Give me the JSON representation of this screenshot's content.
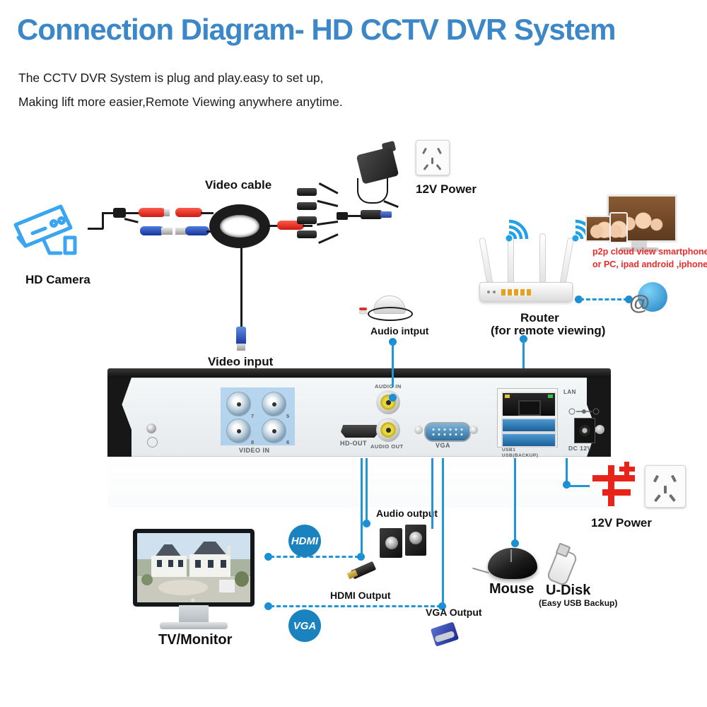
{
  "header": {
    "title": "Connection Diagram- HD CCTV DVR System",
    "subtitle_line1": "The CCTV DVR System is plug and play.easy to set up,",
    "subtitle_line2": "Making lift more easier,Remote Viewing anywhere anytime.",
    "title_color": "#3b87c8"
  },
  "labels": {
    "hd_camera": "HD Camera",
    "video_cable": "Video cable",
    "video_input": "Video input",
    "power_12v_top": "12V Power",
    "power_12v_bottom": "12V Power",
    "audio_input": "Audio intput",
    "audio_output": "Audio output",
    "router": "Router",
    "router_sub": "(for remote viewing)",
    "cloud_text_line1": "p2p cloud  view smartphone",
    "cloud_text_line2": "or PC, ipad android ,iphone.",
    "tv_monitor": "TV/Monitor",
    "hdmi_output": "HDMI Output",
    "vga_output": "VGA Output",
    "mouse": "Mouse",
    "udisk": "U-Disk",
    "udisk_sub": "(Easy USB Backup)"
  },
  "badges": {
    "hdmi": "HDMI",
    "vga": "VGA"
  },
  "dvr_ports": {
    "video_in": "VIDEO IN",
    "video_in_numbers": [
      "7",
      "5",
      "8",
      "6"
    ],
    "hd_out": "HD-OUT",
    "audio_in": "AUDIO IN",
    "audio_out": "AUDIO OUT",
    "vga": "VGA",
    "lan": "LAN",
    "usb1": "USB1",
    "usb_backup": "USB(BACKUP)",
    "dc_12v": "DC 12V"
  },
  "colors": {
    "accent_blue": "#2196d6",
    "node_blue": "#1b8fd4",
    "badge_blue": "#1a83bf",
    "red_text": "#ee2b2b",
    "battery_red": "#e8231a",
    "camera_outline": "#3aa5f0"
  }
}
